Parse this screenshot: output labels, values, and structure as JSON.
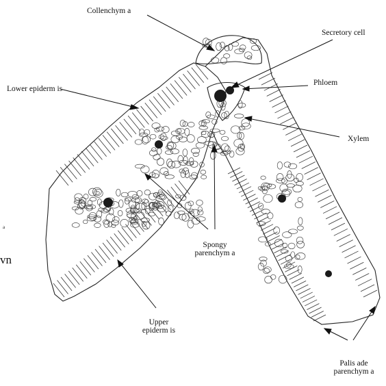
{
  "labels": {
    "collenchyma": "Collenchym a",
    "secretory_cell": "Secretory cell",
    "lower_epidermis": "Lower epiderm is",
    "phloem": "Phloem",
    "xylem": "Xylem",
    "spongy_line1": "Spongy",
    "spongy_line2": "parenchym a",
    "upper_line1": "Upper",
    "upper_line2": "epiderm is",
    "palisade_line1": "Palis ade",
    "palisade_line2": "parenchym a"
  },
  "edge_fragments": {
    "small": "a",
    "large": "vn"
  },
  "colors": {
    "ink": "#111111",
    "background": "#ffffff"
  }
}
